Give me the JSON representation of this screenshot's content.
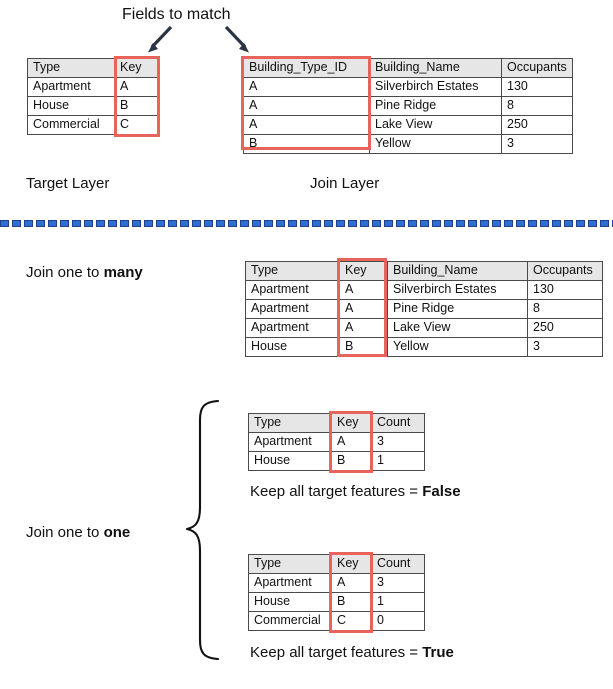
{
  "annotations": {
    "fields_to_match": "Fields to match",
    "target_layer": "Target Layer",
    "join_layer": "Join Layer",
    "join_one_to_many_prefix": "Join one to ",
    "join_one_to_many_bold": "many",
    "join_one_to_one_prefix": "Join one to ",
    "join_one_to_one_bold": "one",
    "keep_all_prefix": "Keep all target features = ",
    "keep_all_false": "False",
    "keep_all_true": "True"
  },
  "colors": {
    "highlight": "#e8635a",
    "divider_fill": "#2f6fd0",
    "divider_stroke": "#1f3f8f",
    "table_border": "#4a4a4a",
    "header_fill": "#e6e6e6",
    "arrow": "#2b3445",
    "brace": "#111111"
  },
  "target_table": {
    "headers": [
      "Type",
      "Key"
    ],
    "rows": [
      [
        "Apartment",
        "A"
      ],
      [
        "House",
        "B"
      ],
      [
        "Commercial",
        "C"
      ]
    ]
  },
  "join_table": {
    "headers": [
      "Building_Type_ID",
      "Building_Name",
      "Occupants"
    ],
    "rows": [
      [
        "A",
        "Silverbirch Estates",
        "130"
      ],
      [
        "A",
        "Pine Ridge",
        "8"
      ],
      [
        "A",
        "Lake View",
        "250"
      ],
      [
        "B",
        "Yellow",
        "3"
      ]
    ]
  },
  "one_to_many_table": {
    "headers": [
      "Type",
      "Key",
      "Building_Name",
      "Occupants"
    ],
    "rows": [
      [
        "Apartment",
        "A",
        "Silverbirch Estates",
        "130"
      ],
      [
        "Apartment",
        "A",
        "Pine Ridge",
        "8"
      ],
      [
        "Apartment",
        "A",
        "Lake View",
        "250"
      ],
      [
        "House",
        "B",
        "Yellow",
        "3"
      ]
    ]
  },
  "one_to_one_false_table": {
    "headers": [
      "Type",
      "Key",
      "Count"
    ],
    "rows": [
      [
        "Apartment",
        "A",
        "3"
      ],
      [
        "House",
        "B",
        "1"
      ]
    ]
  },
  "one_to_one_true_table": {
    "headers": [
      "Type",
      "Key",
      "Count"
    ],
    "rows": [
      [
        "Apartment",
        "A",
        "3"
      ],
      [
        "House",
        "B",
        "1"
      ],
      [
        "Commercial",
        "C",
        "0"
      ]
    ]
  }
}
